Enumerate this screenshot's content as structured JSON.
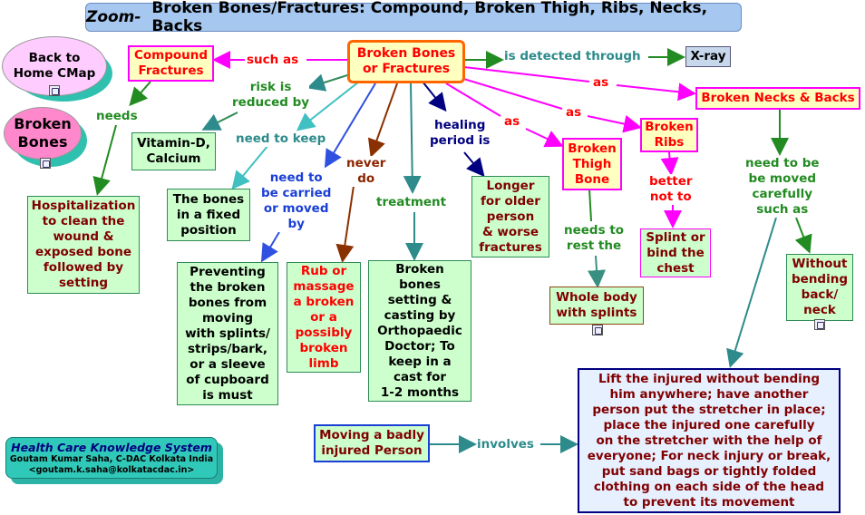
{
  "title": {
    "prefix": "Zoom-",
    "text": "Broken Bones/Fractures: Compound, Broken Thigh, Ribs, Necks, Backs"
  },
  "nav": {
    "back_home": "Back to\nHome CMap",
    "broken_bones": "Broken\nBones"
  },
  "nodes": {
    "center": "Broken Bones\nor Fractures",
    "compound": "Compound\nFractures",
    "xray": "X-ray",
    "necks_backs": "Broken Necks & Backs",
    "vitamin": "Vitamin-D,\nCalcium",
    "hospitalization": "Hospitalization\nto clean the\nwound &\nexposed bone\nfollowed by\nsetting",
    "fixed_position": "The bones\nin a fixed\nposition",
    "preventing": "Preventing\nthe broken\nbones from\nmoving\nwith splints/\nstrips/bark,\nor a sleeve\nof cupboard\nis must",
    "rub": "Rub or\nmassage\na broken\nor a\npossibly\nbroken\nlimb",
    "setting": "Broken\nbones\nsetting &\ncasting by\nOrthopaedic\nDoctor; To\nkeep in a\ncast for\n1-2 months",
    "longer": "Longer\nfor older\nperson\n& worse\nfractures",
    "thigh": "Broken\nThigh\nBone",
    "ribs": "Broken\nRibs",
    "whole_body": "Whole body\nwith splints",
    "splint_chest": "Splint or\nbind the\nchest",
    "without_bending": "Without\nbending\nback/\nneck",
    "lift": "Lift the injured without bending\nhim anywhere; have another\nperson put the stretcher in place;\nplace the injured one carefully\non the stretcher with the help of\neveryone; For neck injury or break,\nput sand bags or tightly folded\nclothing on each side of the head\nto prevent its movement",
    "moving": "Moving a badly\ninjured Person"
  },
  "links": {
    "such_as": "such as",
    "detected": "is detected through",
    "as1": "as",
    "as2": "as",
    "as3": "as",
    "needs": "needs",
    "risk": "risk is\nreduced by",
    "need_keep": "need to keep",
    "carried": "need to\nbe carried\nor moved\nby",
    "never": "never\ndo",
    "treatment": "treatment",
    "healing": "healing\nperiod is",
    "needs_rest": "needs to\nrest the",
    "better": "better\nnot to",
    "moved_carefully": "need to be\nbe moved\ncarefully\nsuch as",
    "involves": "involves"
  },
  "footer": {
    "system": "Health Care Knowledge System",
    "author": "Goutam Kumar Saha, C-DAC Kolkata India",
    "email": "<goutam.k.saha@kolkatacdac.in>"
  },
  "colors": {
    "green": "#228b22",
    "magenta": "#ff00ff",
    "red": "#ff0000",
    "teal": "#2e8b8b",
    "navy": "#000080",
    "blue": "#1a3fd6",
    "brown": "#8b2500",
    "dark_red": "#800000"
  }
}
